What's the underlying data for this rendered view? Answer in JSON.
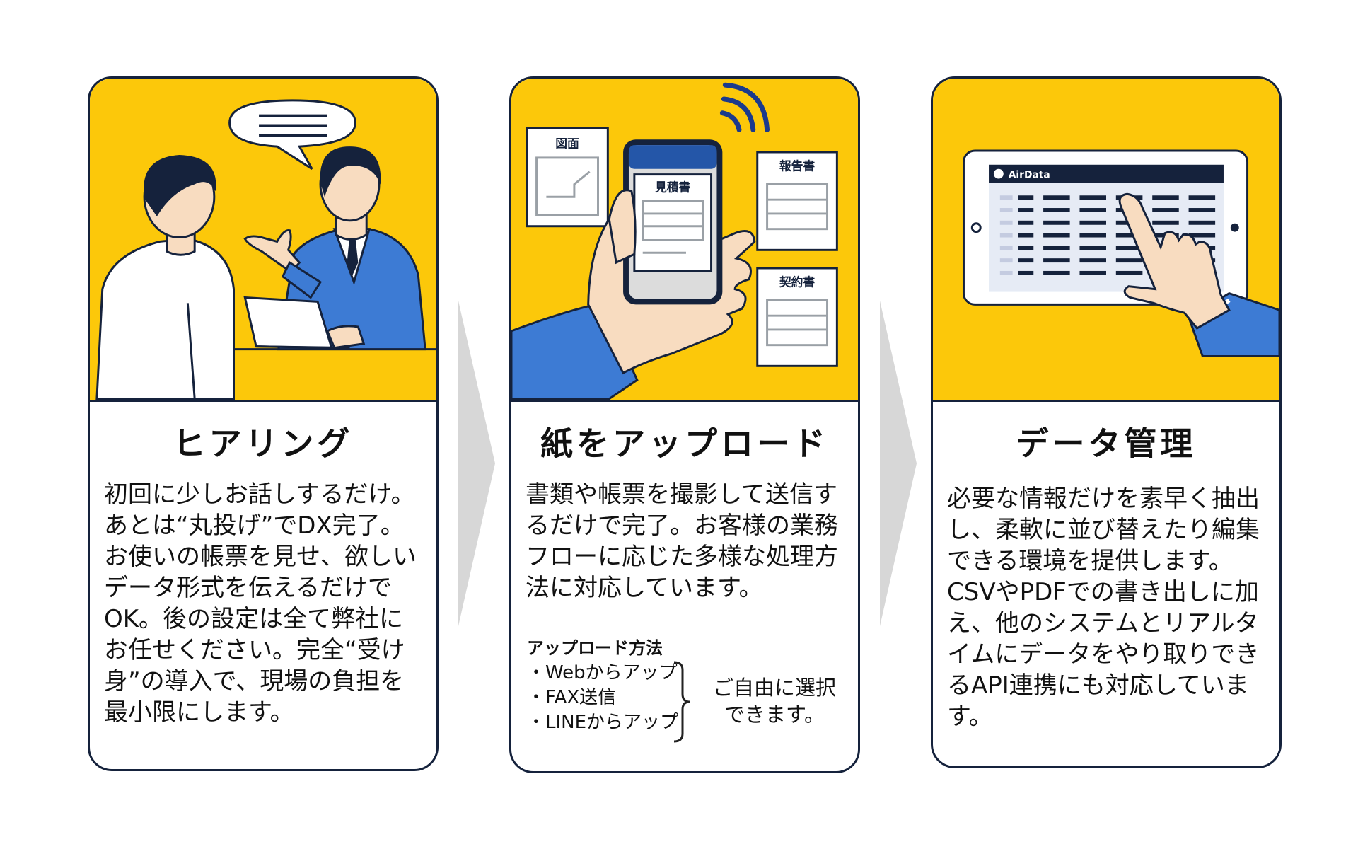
{
  "steps": [
    {
      "title": "ヒアリング",
      "body": "初回に少しお話しするだけ。あとは“丸投げ”でDX完了。 お使いの帳票を見せ、欲しいデータ形式を伝えるだけでOK。後の設定は全て弊社にお任せください。完全“受け身”の導入で、現場の負担を最小限にします。"
    },
    {
      "title": "紙をアップロード",
      "body": "書類や帳票を撮影して送信するだけで完了。お客様の業務フローに応じた多様な処理方法に対応しています。",
      "documents": {
        "drawing": "図面",
        "estimate": "見積書",
        "report": "報告書",
        "contract": "契約書"
      },
      "upload_methods": {
        "heading": "アップロード方法",
        "items": [
          "・Webからアップ",
          "・FAX送信",
          "・LINEからアップ"
        ],
        "note": "ご自由に選択できます。"
      }
    },
    {
      "title": "データ管理",
      "body": "必要な情報だけを素早く抽出し、柔軟に並び替えたり編集できる環境を提供します。CSVやPDFでの書き出しに加え、他のシステムとリアルタイムにデータをやり取りできるAPI連携にも対応しています。",
      "app_name": "AirData"
    }
  ],
  "colors": {
    "yellow": "#fcc80a",
    "navy": "#15223c",
    "suit_blue": "#3d7bd4",
    "arrow_gray": "#d7d7d7",
    "skin": "#f8dcc0"
  }
}
